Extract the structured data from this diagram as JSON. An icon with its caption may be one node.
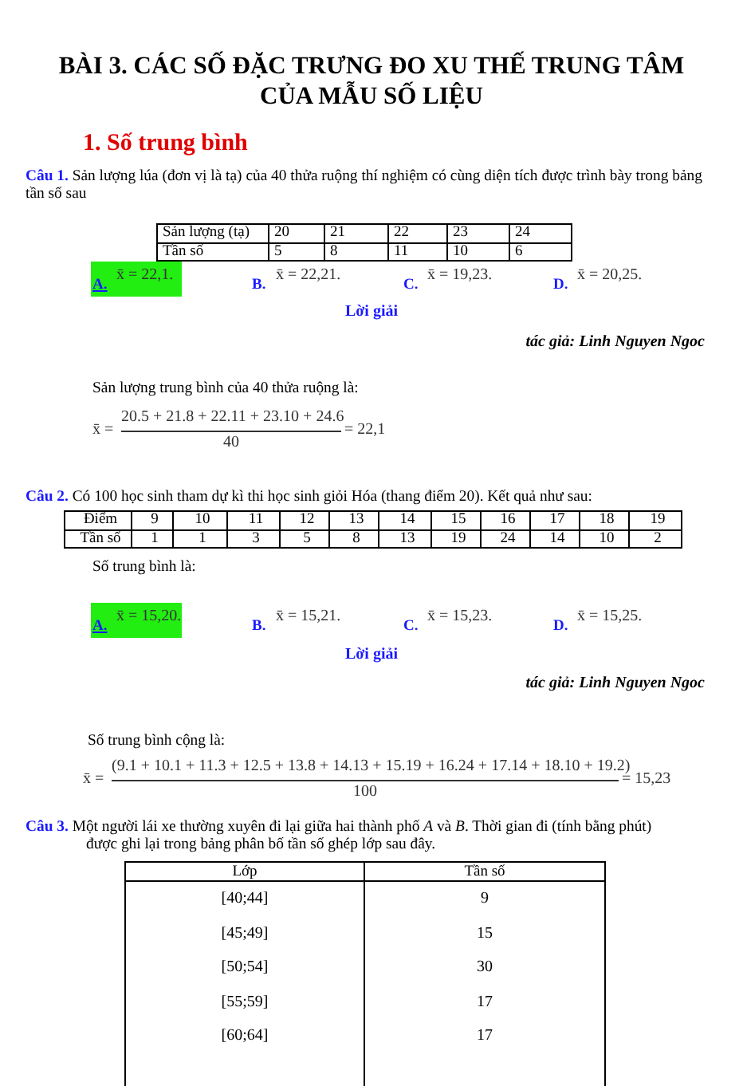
{
  "diagram": {
    "title": "BÀI 3. CÁC SỐ ĐẶC TRƯNG ĐO XU THẾ TRUNG TÂM CỦA MẪU SỐ LIỆU",
    "labels": [
      "1. Số trung bình",
      "**Câu 1.** Sản lượng lúa (đơn vị là tạ) của 40 thửa ruộng thí nghiệm có cùng diện tích được trình bày trong bảng tần số sau",
      "Sản lượng (tạ)",
      "20",
      "21",
      "22",
      "23",
      "24",
      "Tần số",
      "5",
      "8",
      "11",
      "10",
      "6",
      "A.",
      "x̄ = 22,1.",
      "B.",
      "x̄ = 22,21.",
      "C.",
      "x̄ = 19,23.",
      "D.",
      "x̄ = 20,25.",
      "Lời giải",
      "tác giả: Linh Nguyen Ngoc",
      "Sản lượng trung bình của 40 thửa ruộng là:",
      "x̄ =",
      "20.5 + 21.8 + 22.11 + 23.10 + 24.6",
      "40",
      "= 22,1",
      "**Câu 2.** Có 100 học sinh tham dự kì thi học sinh giỏi Hóa (thang điểm 20). Kết quả như sau:",
      "Điểm",
      "9",
      "10",
      "11",
      "12",
      "13",
      "14",
      "15",
      "16",
      "17",
      "18",
      "19",
      "Tần số",
      "1",
      "1",
      "3",
      "5",
      "8",
      "13",
      "19",
      "24",
      "14",
      "10",
      "2",
      "Số trung bình là:",
      "A.",
      "x̄ = 15,20.",
      "B.",
      "x̄ = 15,21.",
      "C.",
      "x̄ = 15,23.",
      "D.",
      "x̄ = 15,25.",
      "Lời giải",
      "tác giả: Linh Nguyen Ngoc",
      "Số trung bình cộng là:",
      "x̄ =",
      "(9.1 + 10.1 + 11.3 + 12.5 + 13.8 + 14.13 + 15.19 + 16.24 + 17.14 + 18.10 + 19.2)",
      "100",
      "= 15,23",
      "**Câu 3.** Một người lái xe thường xuyên đi lại giữa hai thành phố *A* và *B*. Thời gian đi (tính bằng phút) được ghi lại trong bảng phân bố tần số ghép lớp sau đây.",
      "Lớp",
      "Tần số",
      "[40;44]",
      "9",
      "[45;49]",
      "15",
      "[50;54]",
      "30",
      "[55;59]",
      "17",
      "[60;64]",
      "17"
    ]
  }
}
